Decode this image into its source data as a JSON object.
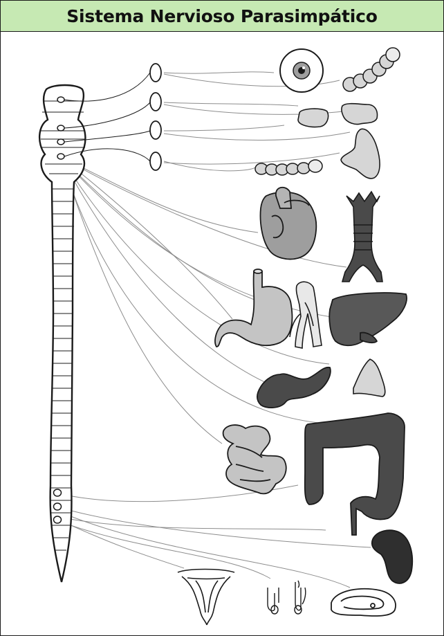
{
  "header": {
    "title": "Sistema Nervioso Parasimpático",
    "background": "#c6e9b3"
  },
  "diagram": {
    "palette": {
      "outline": "#1a1a1a",
      "nerve": "#8c8c8c",
      "organ_light": "#d6d6d6",
      "organ_mid": "#9e9e9e",
      "organ_dark": "#4a4a4a"
    },
    "components": [
      {
        "name": "spinal-cord-brainstem",
        "icon": "spinal-cord"
      },
      {
        "name": "cranial-ganglia",
        "icon": "ganglion-ovals"
      },
      {
        "name": "eye",
        "icon": "eye-icon"
      },
      {
        "name": "lacrimal-gland",
        "icon": "gland-chain"
      },
      {
        "name": "nasal-mucosa",
        "icon": "gland"
      },
      {
        "name": "parotid-gland",
        "icon": "gland"
      },
      {
        "name": "submandibular-gland",
        "icon": "gland"
      },
      {
        "name": "sublingual-gland",
        "icon": "gland-chain"
      },
      {
        "name": "heart",
        "icon": "heart-icon"
      },
      {
        "name": "trachea-bronchi",
        "icon": "lungs-icon"
      },
      {
        "name": "stomach",
        "icon": "stomach-icon"
      },
      {
        "name": "blood-vessels",
        "icon": "vessel-icon"
      },
      {
        "name": "liver",
        "icon": "liver-icon"
      },
      {
        "name": "pancreas",
        "icon": "pancreas-icon"
      },
      {
        "name": "gallbladder",
        "icon": "gland"
      },
      {
        "name": "small-intestine",
        "icon": "intestine-icon"
      },
      {
        "name": "large-intestine",
        "icon": "colon-icon"
      },
      {
        "name": "rectum",
        "icon": "rectum-icon"
      },
      {
        "name": "uterus",
        "icon": "uterus-icon"
      },
      {
        "name": "genitals",
        "icon": "genital-icon"
      },
      {
        "name": "bladder",
        "icon": "bladder-icon"
      }
    ]
  }
}
